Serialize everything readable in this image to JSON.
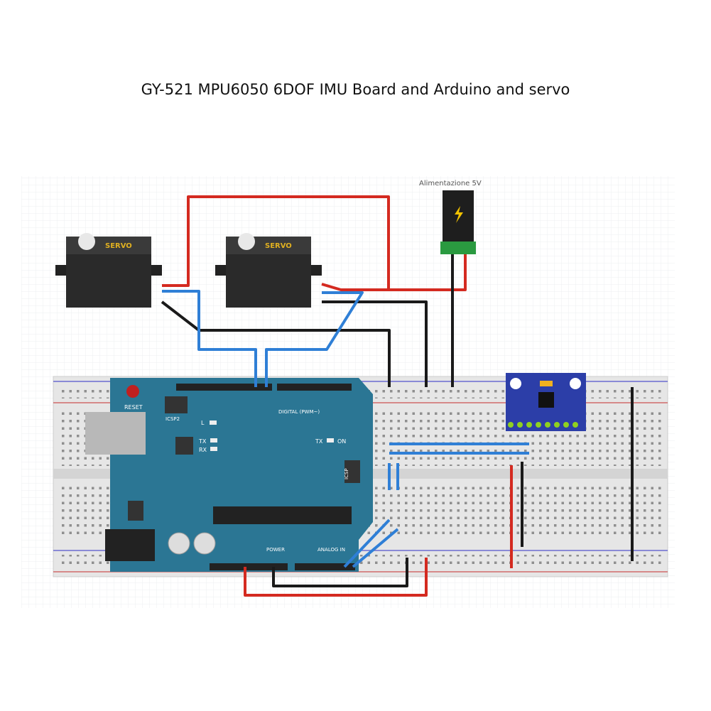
{
  "title": "GY-521 MPU6050 6DOF IMU Board and Arduino and servo",
  "power_label": "Alimentazione 5V",
  "servo_label": "SERVO",
  "arduino": {
    "reset": "RESET",
    "icsp2": "ICSP2",
    "icsp": "ICSP",
    "led_l": "L",
    "tx": "TX",
    "rx": "RX",
    "tx2": "TX",
    "on": "ON",
    "digital": "DIGITAL (PWM~)",
    "power": "POWER",
    "analog": "ANALOG IN"
  },
  "colors": {
    "board": "#2b7694",
    "wire_red": "#d42a20",
    "wire_black": "#1a1a1a",
    "wire_blue": "#2f7fd6",
    "mpu": "#2c3ea8"
  }
}
